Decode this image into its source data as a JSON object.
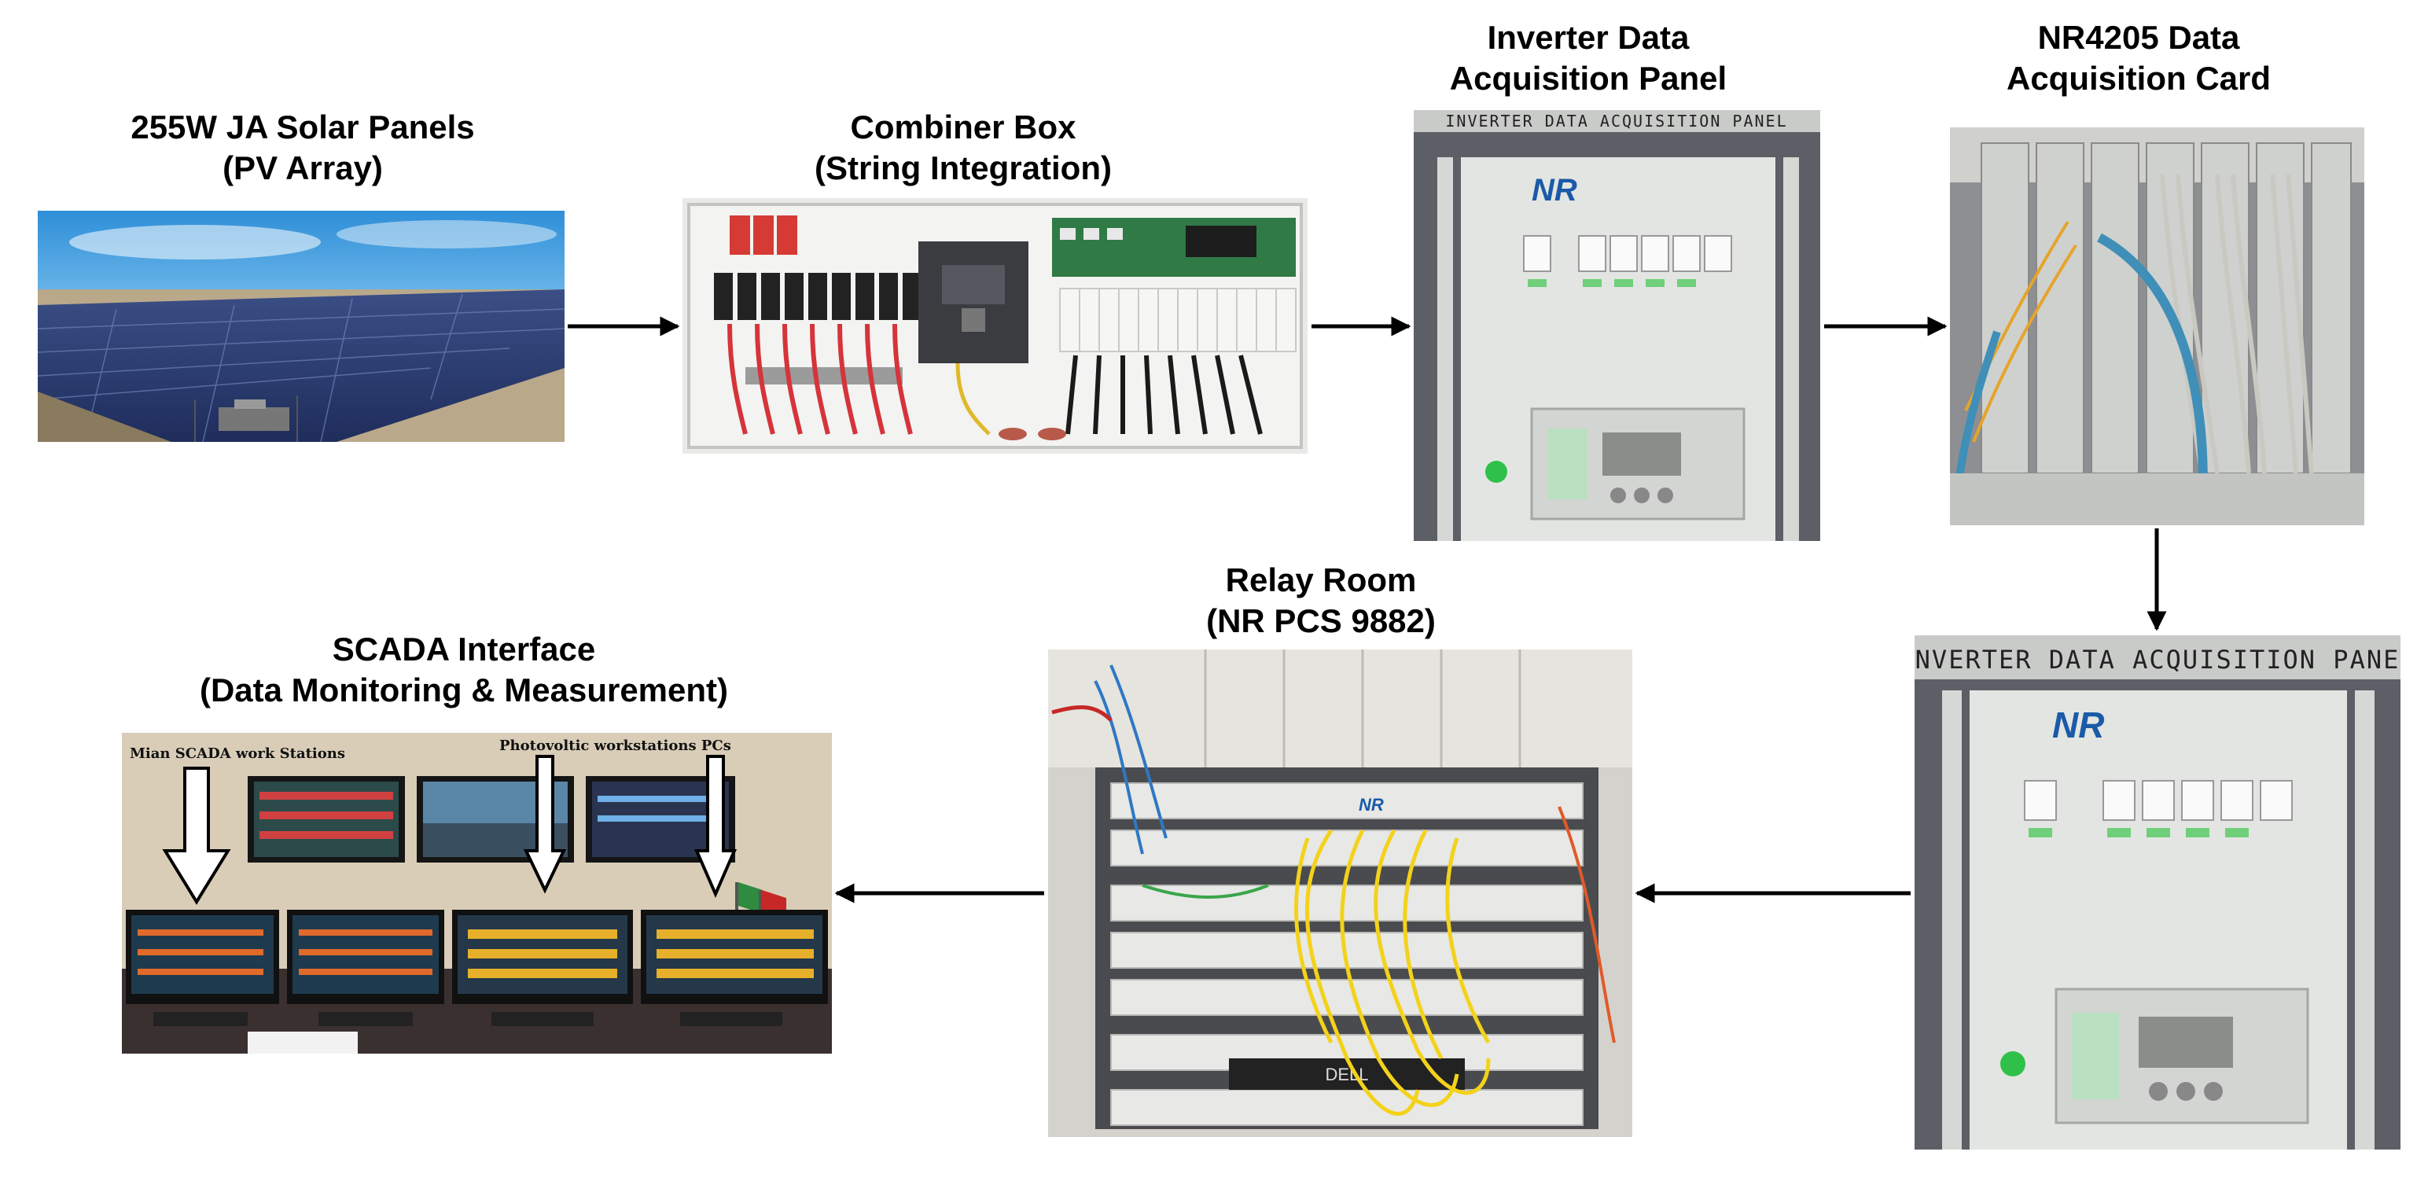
{
  "stages": {
    "solar": {
      "title": "255W JA Solar Panels",
      "subtitle": "(PV Array)"
    },
    "combiner": {
      "title": "Combiner Box",
      "subtitle": "(String Integration)"
    },
    "inverter": {
      "title": "Inverter Data",
      "subtitle": "Acquisition Panel",
      "plate_text": "INVERTER DATA ACQUISITION PANEL",
      "logo": "NR"
    },
    "card": {
      "title": "NR4205 Data",
      "subtitle": "Acquisition Card"
    },
    "inverter2": {
      "plate_text": "INVERTER DATA ACQUISITION PANEL",
      "logo": "NR"
    },
    "relay": {
      "title": "Relay Room",
      "subtitle": "(NR PCS 9882)",
      "switch_logo": "NR",
      "server_logo": "DELL"
    },
    "scada": {
      "title": "SCADA Interface",
      "subtitle": "(Data Monitoring & Measurement)",
      "caption_left": "Mian SCADA work Stations",
      "caption_right": "Photovoltic workstations PCs"
    }
  },
  "colors": {
    "arrow": "#000000",
    "panel_grey": "#d9dbd8",
    "frame_dark": "#55575c",
    "cable_yellow": "#f3d21a",
    "nr_blue": "#1a5aa8"
  }
}
